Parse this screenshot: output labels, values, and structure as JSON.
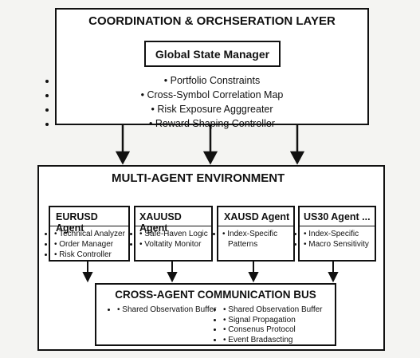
{
  "coordination": {
    "title": "COORDINATION & ORCHSERATION LAYER",
    "manager_title": "Global State Manager",
    "items": [
      "Portfolio Constraints",
      "Cross-Symbol Correlation Map",
      "Risk Exposure Agggreater",
      "Reward Shaping Controller"
    ]
  },
  "environment": {
    "title": "MULTI-AGENT ENVIRONMENT",
    "agents": [
      {
        "title": "EURUSD Agent",
        "items": [
          "Technical Analyzer",
          "Order Manager",
          "Risk Controller"
        ]
      },
      {
        "title": "XAUUSD Agent",
        "items": [
          "Safe-Haven Logic",
          "Voltatity Monitor"
        ]
      },
      {
        "title": "XAUSD Agent",
        "items": [
          "Index-Specific Patterns"
        ]
      },
      {
        "title": "US30 Agent ...",
        "items": [
          "Index-Specific",
          "Macro Sensitivity"
        ]
      }
    ]
  },
  "bus": {
    "title": "CROSS-AGENT COMMUNICATION BUS",
    "left_items": [
      "Shared Observation Buffer"
    ],
    "right_items": [
      "Shared Observation Buffer",
      "Signal Propagation",
      "Consenus Protocol",
      "Event Bradascting"
    ]
  }
}
